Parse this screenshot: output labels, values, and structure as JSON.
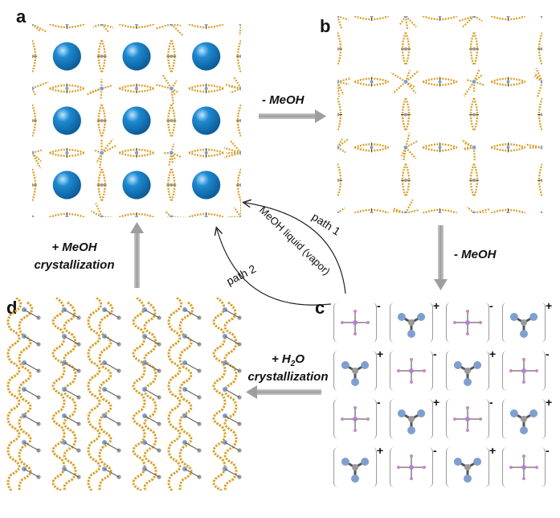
{
  "panels": {
    "a": "a",
    "b": "b",
    "c": "c",
    "d": "d"
  },
  "steps": {
    "a_to_b": "- MeOH",
    "b_to_c": "- MeOH",
    "d_to_a_line1": "+ MeOH",
    "d_to_a_line2": "crystallization",
    "c_to_d_line1_prefix": "+ H",
    "c_to_d_line1_sub": "2",
    "c_to_d_line1_suffix": "O",
    "c_to_d_line2": "crystallization"
  },
  "paths": {
    "path1": "path 1",
    "path2": "path 2",
    "reagent": "MeOH liquid (vapor)"
  },
  "ion_grid": {
    "rows": [
      [
        {
          "shape": "cross",
          "charge": "-"
        },
        {
          "shape": "tri",
          "charge": "+"
        },
        {
          "shape": "cross",
          "charge": "-"
        },
        {
          "shape": "tri",
          "charge": "+"
        }
      ],
      [
        {
          "shape": "tri",
          "charge": "+"
        },
        {
          "shape": "cross",
          "charge": "-"
        },
        {
          "shape": "tri",
          "charge": "+"
        },
        {
          "shape": "cross",
          "charge": "-"
        }
      ],
      [
        {
          "shape": "cross",
          "charge": "-"
        },
        {
          "shape": "tri",
          "charge": "+"
        },
        {
          "shape": "cross",
          "charge": "-"
        },
        {
          "shape": "tri",
          "charge": "+"
        }
      ],
      [
        {
          "shape": "tri",
          "charge": "+"
        },
        {
          "shape": "cross",
          "charge": "-"
        },
        {
          "shape": "tri",
          "charge": "+"
        },
        {
          "shape": "cross",
          "charge": "-"
        }
      ]
    ]
  },
  "colors": {
    "framework_bond": "#d9a028",
    "guest_sphere": "#1f8ad2",
    "nitrogen": "#7f9fcf",
    "carbon": "#9a9a9a",
    "arrow_gray": "#a9a9a9"
  }
}
